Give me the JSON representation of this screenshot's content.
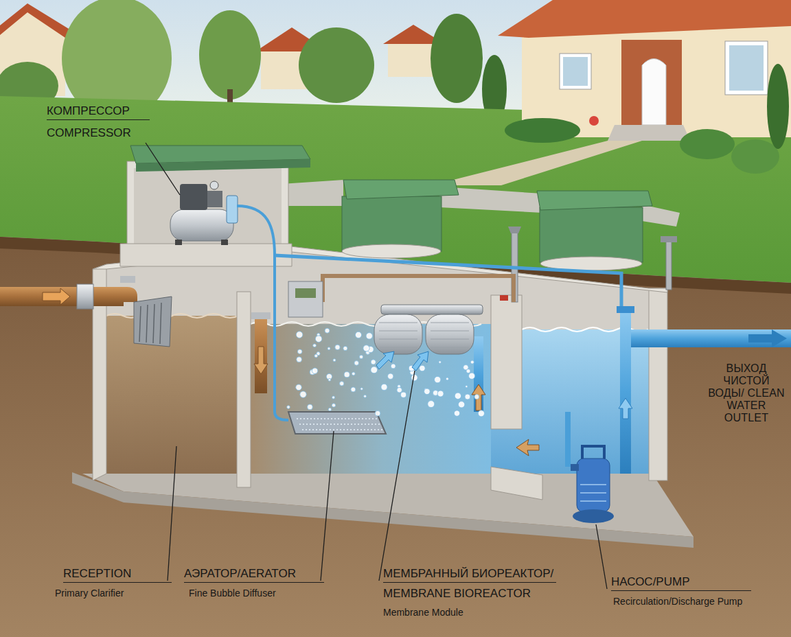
{
  "diagram": {
    "labels": [
      "КОМПРЕССОР",
      "COMPRESSOR",
      "RECEPTION",
      "Primary Clarifier",
      "АЭРАТОР/AERATOR",
      "Fine Bubble Diffuser",
      "МЕМБРАННЫЙ БИОРЕАКТОР/",
      "MEMBRANE BIOREACTOR",
      "Membrane Module",
      "НАСОС/PUMP",
      "Recirculation/Discharge Pump",
      "ВЫХОД ЧИСТОЙ ВОДЫ/ CLEAN WATER OUTLET"
    ]
  }
}
